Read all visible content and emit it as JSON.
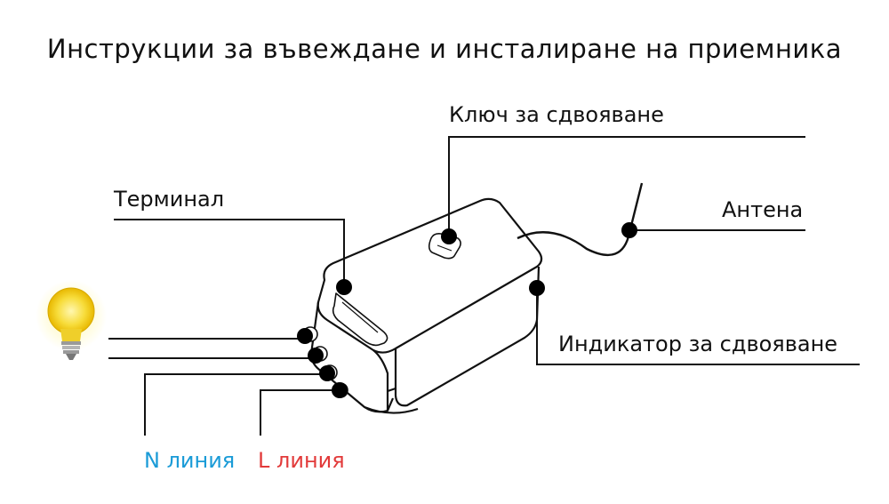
{
  "title": "Инструкции за въвеждане и инсталиране на приемника",
  "labels": {
    "pairing_key": "Ключ за сдвояване",
    "terminal": "Терминал",
    "antenna": "Антена",
    "pairing_indicator": "Индикатор за сдвояване",
    "n_line": "N линия",
    "l_line": "L линия"
  },
  "colors": {
    "n_line": "#1a9bd7",
    "l_line": "#e23a3a",
    "line": "#111111",
    "bulb": "#f7dc3a"
  },
  "icons": [
    "light-bulb-icon"
  ]
}
